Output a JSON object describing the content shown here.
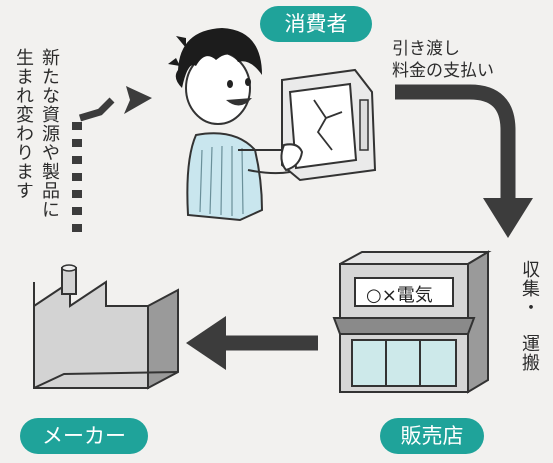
{
  "labels": {
    "consumer": "消費者",
    "maker": "メーカー",
    "store": "販売店"
  },
  "captions": {
    "handover_line1": "引き渡し",
    "handover_line2": "料金の支払い",
    "collect_line1": "収集・",
    "collect_line2": "運搬",
    "reborn_line1": "新たな資源や製品に",
    "reborn_line2": "生まれ変わります"
  },
  "store_sign": "○×電気",
  "colors": {
    "teal": "#1fa39a",
    "arrow": "#3c3c3c",
    "building": "#cfcfcf",
    "awning": "#8a8a8a",
    "line": "#333333",
    "shirt": "#c9e6ee"
  },
  "icons": [
    "person-icon",
    "broken-tv-icon",
    "factory-icon",
    "store-icon"
  ]
}
